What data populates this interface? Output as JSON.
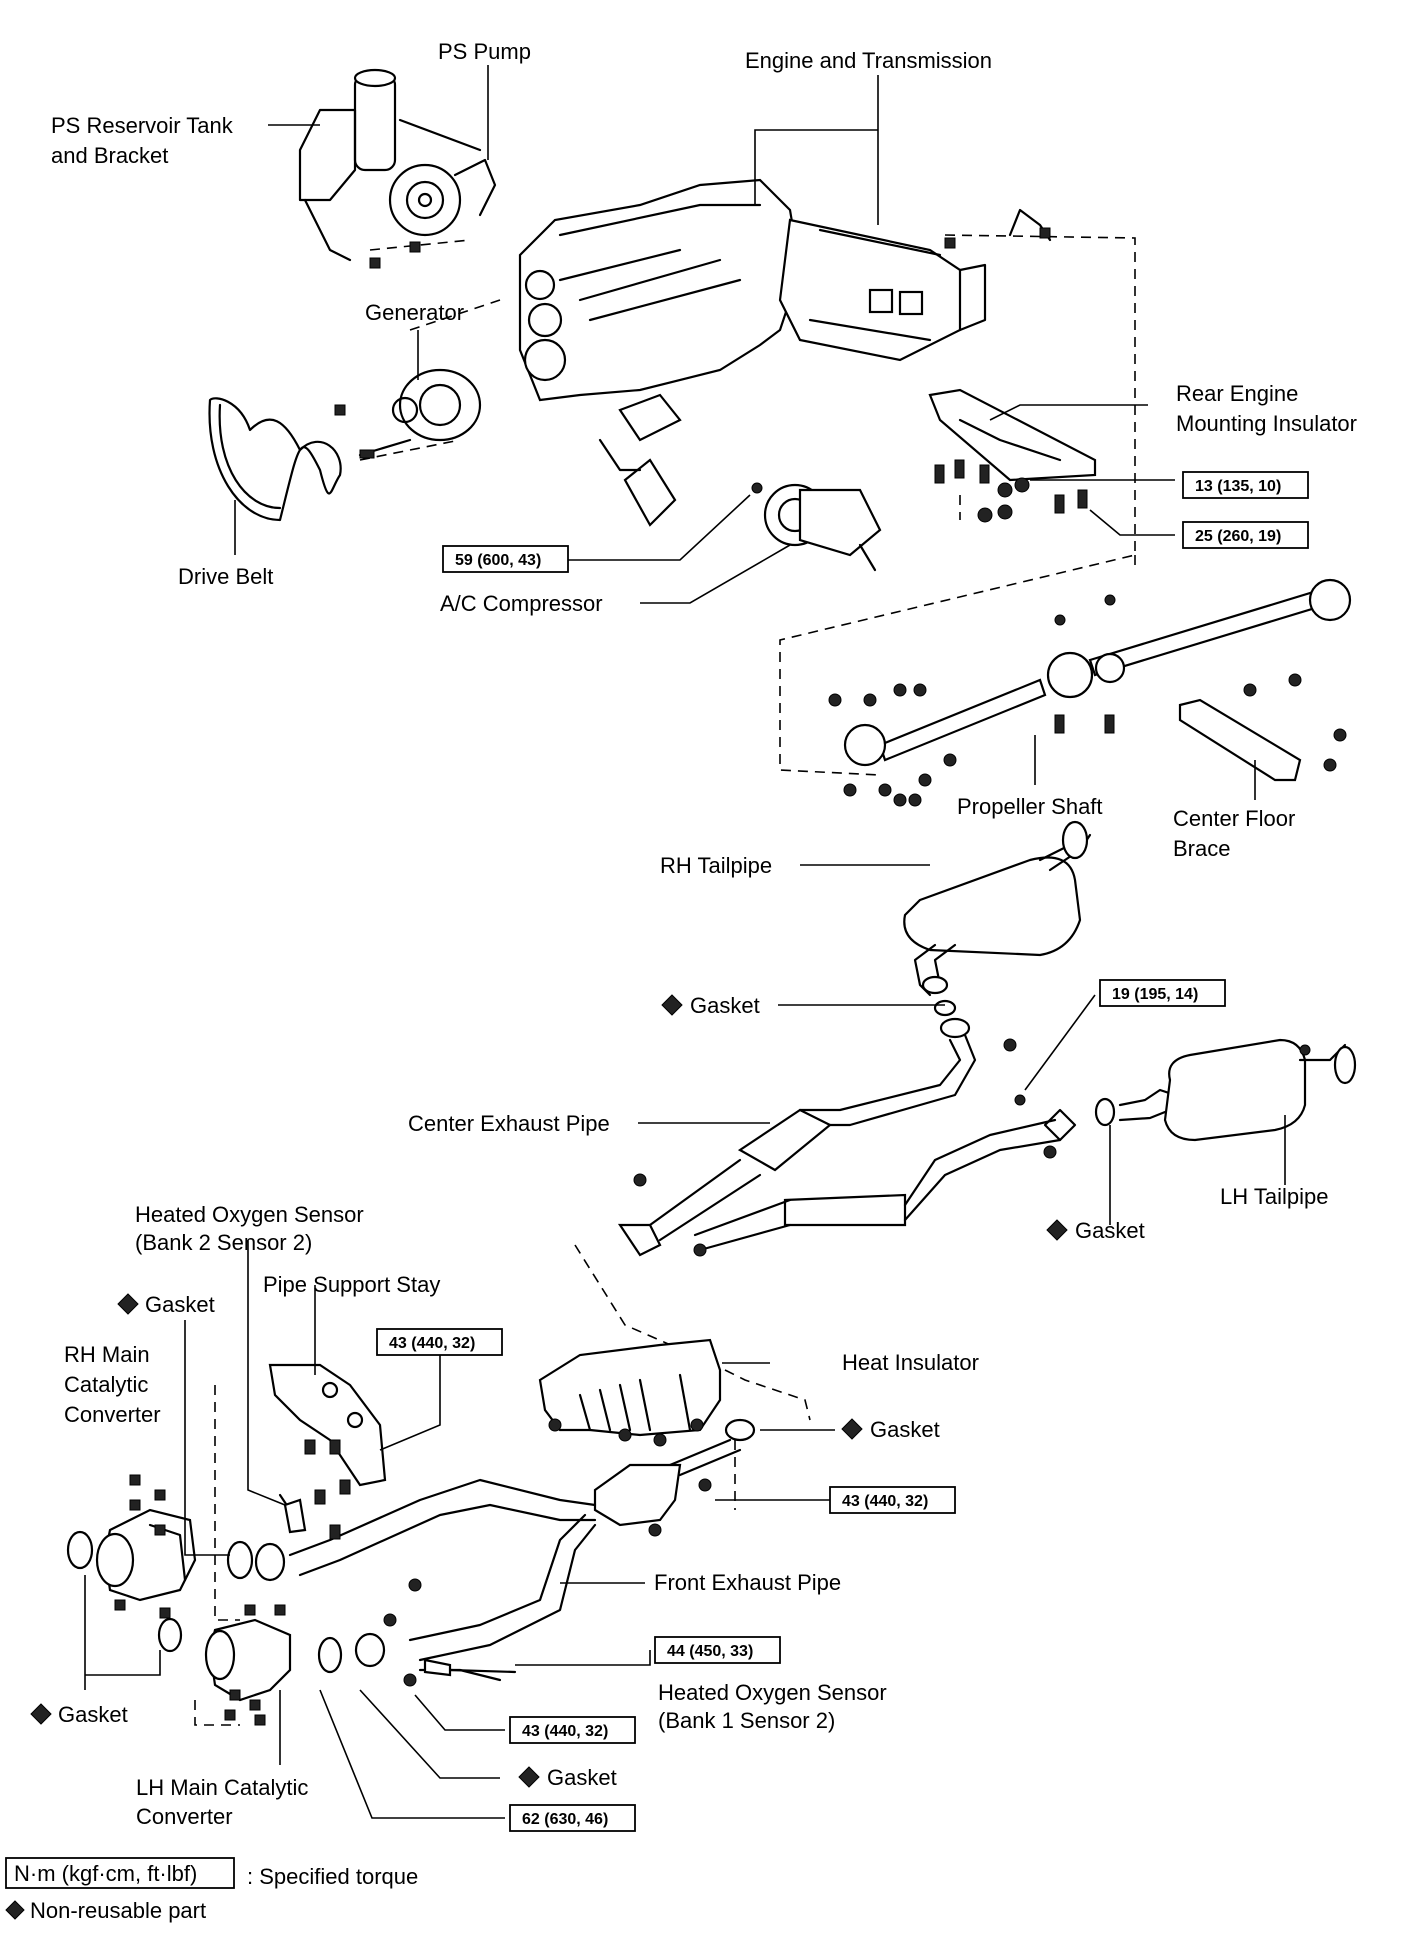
{
  "labels": {
    "ps_pump": "PS Pump",
    "ps_reservoir_1": "PS Reservoir Tank",
    "ps_reservoir_2": "and Bracket",
    "engine_trans": "Engine and Transmission",
    "generator": "Generator",
    "drive_belt": "Drive Belt",
    "rear_engine_1": "Rear Engine",
    "rear_engine_2": "Mounting Insulator",
    "ac_compressor": "A/C Compressor",
    "propeller_shaft": "Propeller Shaft",
    "center_floor_1": "Center Floor",
    "center_floor_2": "Brace",
    "rh_tailpipe": "RH Tailpipe",
    "gasket_a": "Gasket",
    "center_exhaust": "Center Exhaust Pipe",
    "lh_tailpipe": "LH Tailpipe",
    "gasket_b": "Gasket",
    "ho2s_b2_1": "Heated Oxygen Sensor",
    "ho2s_b2_2": "(Bank 2 Sensor 2)",
    "gasket_c": "Gasket",
    "pipe_support": "Pipe Support Stay",
    "rh_cat_1": "RH Main",
    "rh_cat_2": "Catalytic",
    "rh_cat_3": "Converter",
    "heat_insulator": "Heat Insulator",
    "gasket_d": "Gasket",
    "front_exhaust": "Front Exhaust Pipe",
    "ho2s_b1_1": "Heated Oxygen Sensor",
    "ho2s_b1_2": "(Bank 1 Sensor 2)",
    "gasket_e": "Gasket",
    "gasket_f": "Gasket",
    "lh_cat_1": "LH Main Catalytic",
    "lh_cat_2": "Converter"
  },
  "torques": {
    "t13": "13 (135, 10)",
    "t25": "25 (260, 19)",
    "t59": "59 (600, 43)",
    "t19": "19 (195, 14)",
    "t43a": "43 (440, 32)",
    "t43b": "43 (440, 32)",
    "t44": "44 (450, 33)",
    "t43c": "43 (440, 32)",
    "t62": "62 (630, 46)"
  },
  "legend": {
    "unit_box": "N·m (kgf·cm, ft·lbf)",
    "unit_desc": ": Specified torque",
    "nonreusable": "Non-reusable part"
  },
  "icons": {
    "non_reusable_mark": "diamond-icon"
  }
}
